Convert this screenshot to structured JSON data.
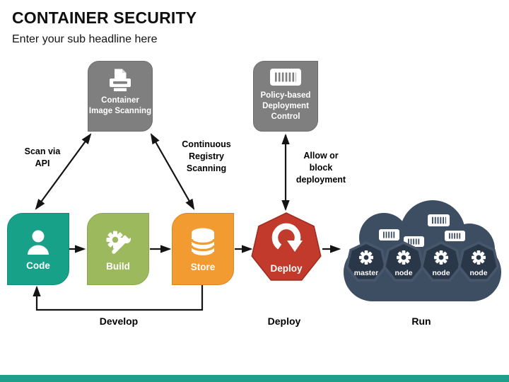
{
  "slide": {
    "title": "CONTAINER SECURITY",
    "subtitle": "Enter your sub headline here"
  },
  "top_boxes": {
    "scanning": {
      "label": "Container Image Scanning",
      "icon": "printer-scan-icon",
      "color": "#7F7F7F"
    },
    "policy": {
      "label": "Policy-based Deployment Control",
      "icon": "container-barcode-icon",
      "color": "#7F7F7F"
    }
  },
  "connector_labels": {
    "scan_api": "Scan via API",
    "registry": "Continuous Registry Scanning",
    "allow_block": "Allow or block deployment"
  },
  "pipeline": {
    "stages": [
      {
        "label": "Code",
        "icon": "user-icon",
        "color": "#18A189"
      },
      {
        "label": "Build",
        "icon": "gear-wrench-icon",
        "color": "#9CBA5D"
      },
      {
        "label": "Store",
        "icon": "database-icon",
        "color": "#F19B30"
      },
      {
        "label": "Deploy",
        "icon": "redeploy-cycle-icon",
        "color": "#C23A2B"
      }
    ]
  },
  "phases": [
    {
      "label": "Develop"
    },
    {
      "label": "Deploy"
    },
    {
      "label": "Run"
    }
  ],
  "cluster": {
    "color": "#3D4E63",
    "node_color": "#293749",
    "container_icon_count": 4,
    "nodes": [
      {
        "label": "master"
      },
      {
        "label": "node"
      },
      {
        "label": "node"
      },
      {
        "label": "node"
      }
    ]
  },
  "footer": {
    "bar_color": "#1E9E8B"
  }
}
